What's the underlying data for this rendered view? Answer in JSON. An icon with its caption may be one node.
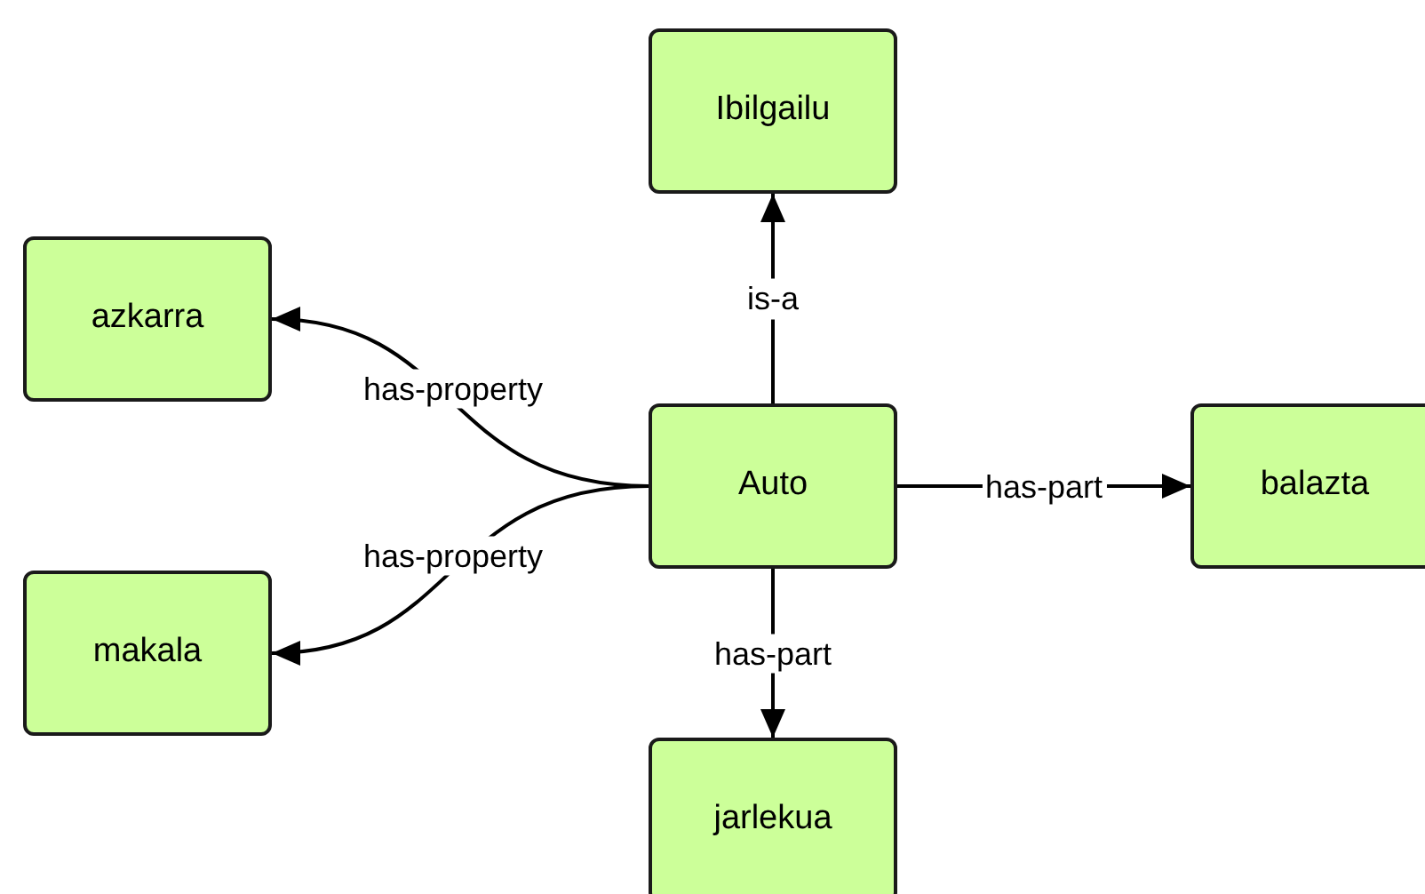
{
  "diagram": {
    "nodes": [
      {
        "text": [
          "Ibilgailu"
        ]
      },
      {
        "text": [
          "azkarra"
        ]
      },
      {
        "text": [
          "Auto"
        ]
      },
      {
        "text": [
          "balazta"
        ]
      },
      {
        "text": [
          "makala"
        ]
      },
      {
        "text": [
          "jarlekua"
        ]
      }
    ],
    "edges": [
      {
        "from": 2,
        "to": 0,
        "arrow": "to",
        "label": "is-a"
      },
      {
        "from": 2,
        "to": 1,
        "arrow": "to",
        "label": "has-property"
      },
      {
        "from": 2,
        "to": 3,
        "arrow": "to",
        "label": "has-part"
      },
      {
        "from": 2,
        "to": 4,
        "arrow": "to",
        "label": "has-property"
      },
      {
        "from": 2,
        "to": 5,
        "arrow": "to",
        "label": "has-part"
      }
    ]
  }
}
